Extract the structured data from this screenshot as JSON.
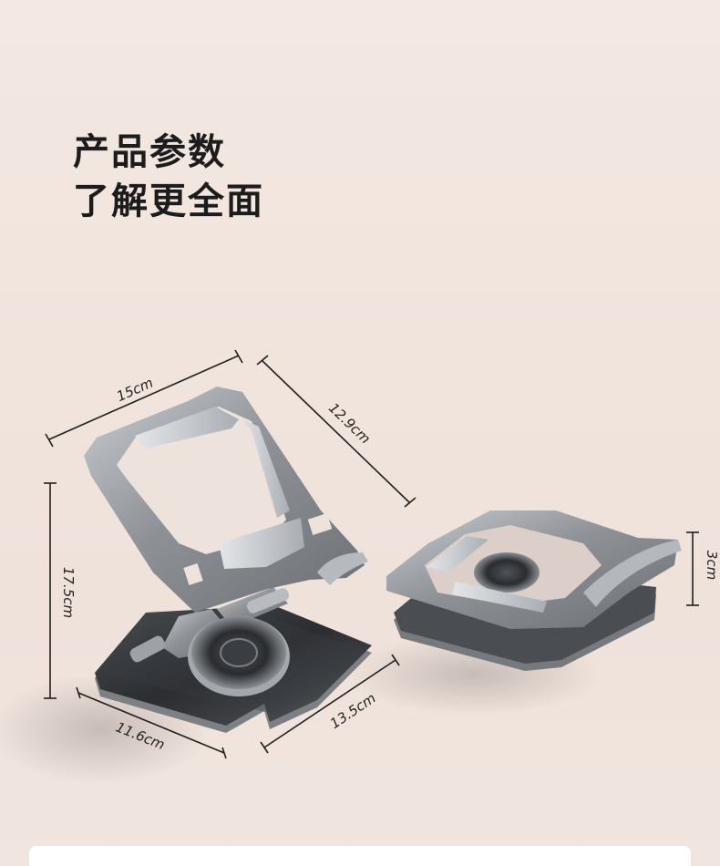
{
  "headline": {
    "line1": "产品参数",
    "line2": "了解更全面"
  },
  "dimensions": {
    "top_width": "15cm",
    "top_depth": "12.9cm",
    "height": "17.5cm",
    "base_width": "11.6cm",
    "base_depth": "13.5cm",
    "folded_height": "3cm"
  },
  "colors": {
    "background": "#f2e6e0",
    "text": "#1c1c1c",
    "metal": "#9a9ea3"
  }
}
